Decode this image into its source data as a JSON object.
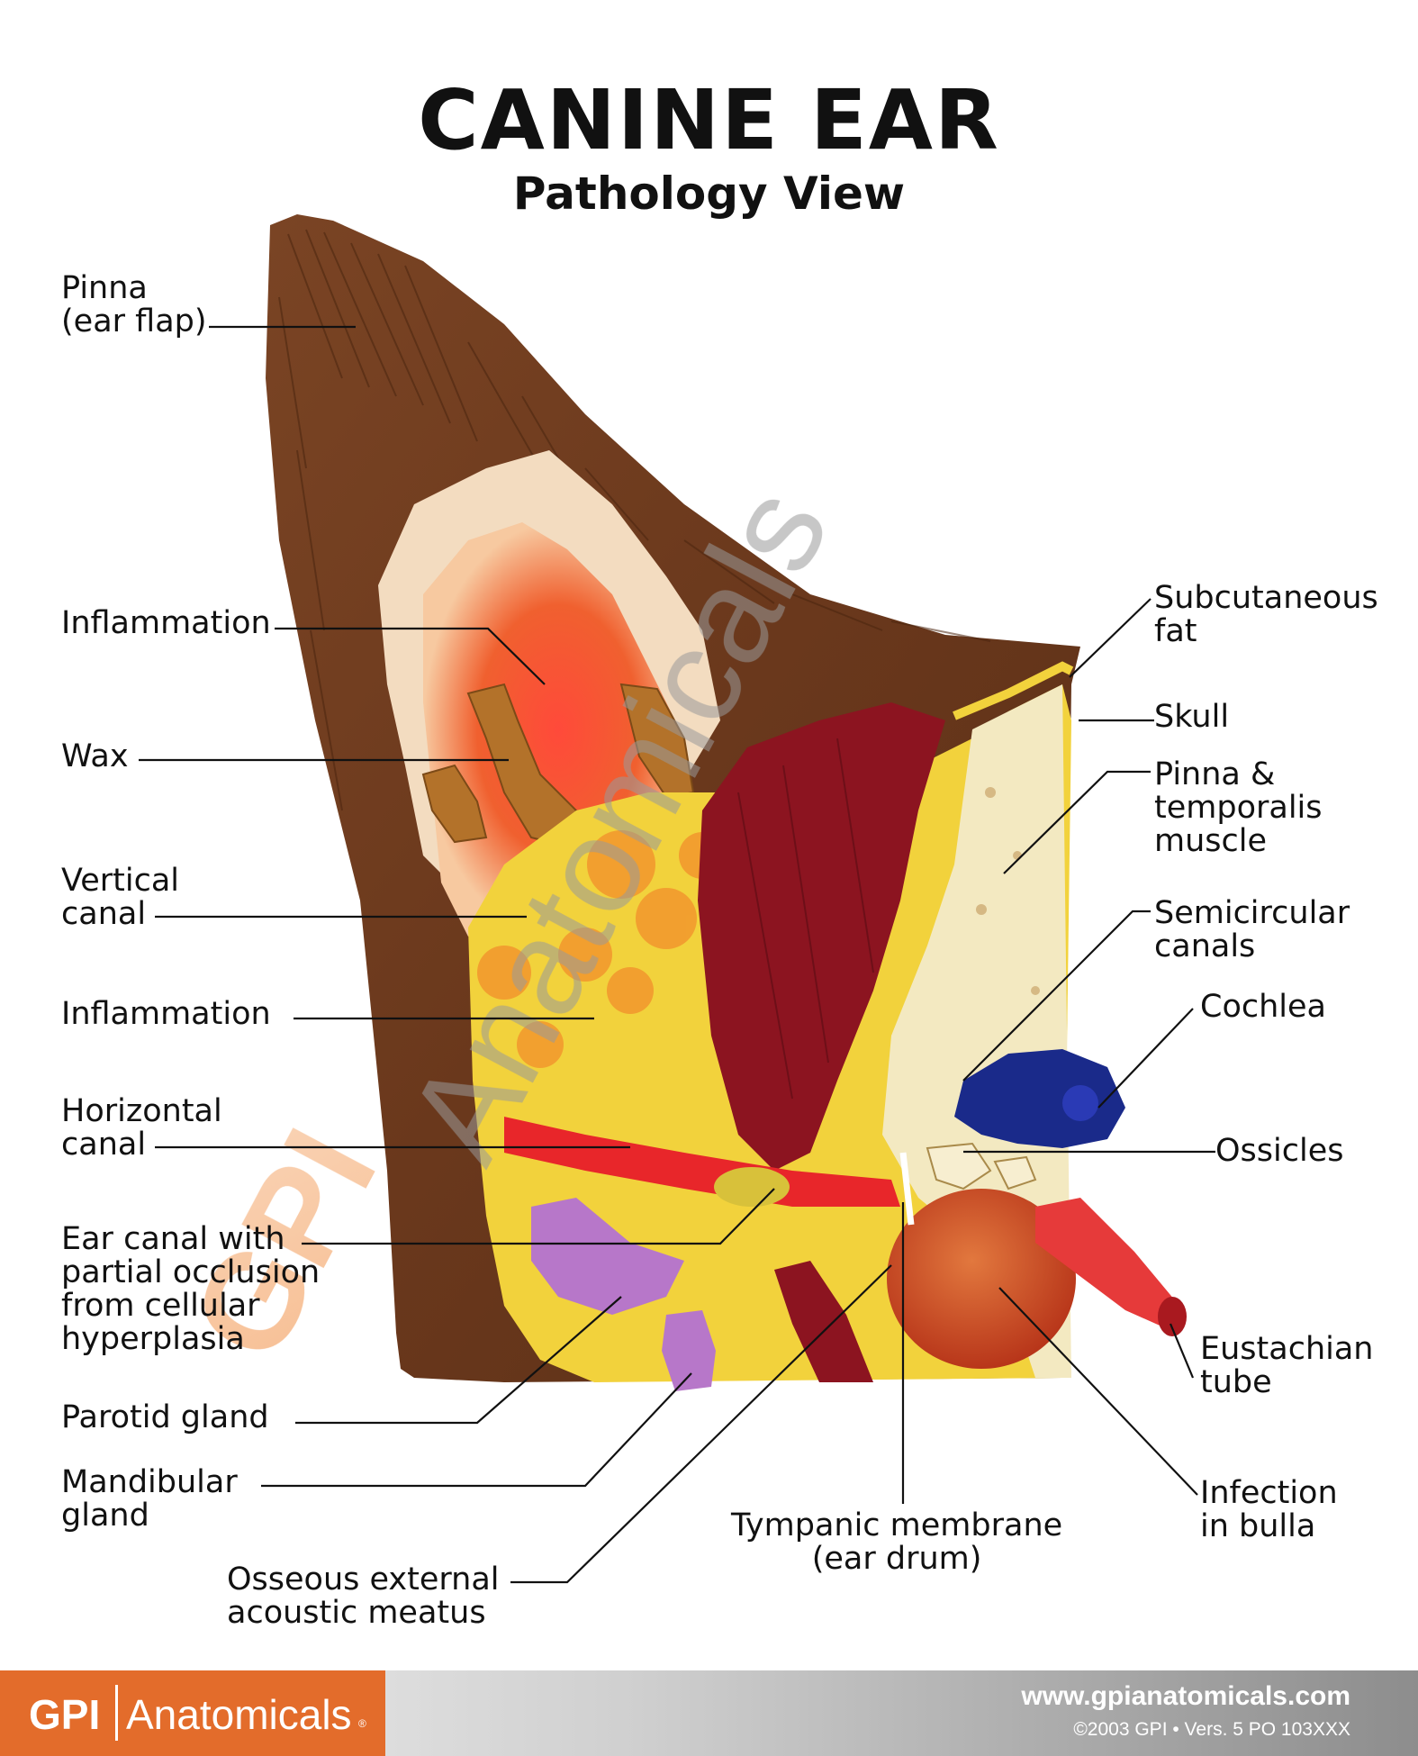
{
  "header": {
    "title": "CANINE EAR",
    "subtitle": "Pathology View"
  },
  "labels": {
    "pinna": "Pinna\n(ear flap)",
    "inflammation_top": "Inflammation",
    "wax": "Wax",
    "vertical_canal": "Vertical\ncanal",
    "inflammation_mid": "Inflammation",
    "horizontal_canal": "Horizontal\ncanal",
    "ear_canal_occlusion": "Ear canal with\npartial occlusion\nfrom cellular\nhyperplasia",
    "parotid_gland": "Parotid gland",
    "mandibular_gland": "Mandibular\ngland",
    "osseous_meatus": "Osseous external\nacoustic meatus",
    "tympanic_membrane": "Tympanic membrane\n(ear drum)",
    "subcutaneous_fat": "Subcutaneous\nfat",
    "skull": "Skull",
    "pinna_temporalis": "Pinna &\ntemporalis\nmuscle",
    "semicircular_canals": "Semicircular\ncanals",
    "cochlea": "Cochlea",
    "ossicles": "Ossicles",
    "eustachian_tube": "Eustachian\ntube",
    "infection_bulla": "Infection\nin bulla"
  },
  "watermark": {
    "brand_bold": "GPI",
    "brand_light": "Anatomicals"
  },
  "footer": {
    "brand_gpi": "GPI",
    "brand_name": "Anatomicals",
    "url": "www.gpianatomicals.com",
    "copyright": "©2003 GPI • Vers. 5 PO 103XXX"
  },
  "colors": {
    "fur": "#6b3a1f",
    "inflammation": "#e8262a",
    "fat": "#f2d23c",
    "muscle": "#8c1420",
    "bone": "#f3e9c1",
    "cochlea": "#1a2a8a",
    "gland": "#b777c9",
    "brand_orange": "#e36c2b"
  }
}
